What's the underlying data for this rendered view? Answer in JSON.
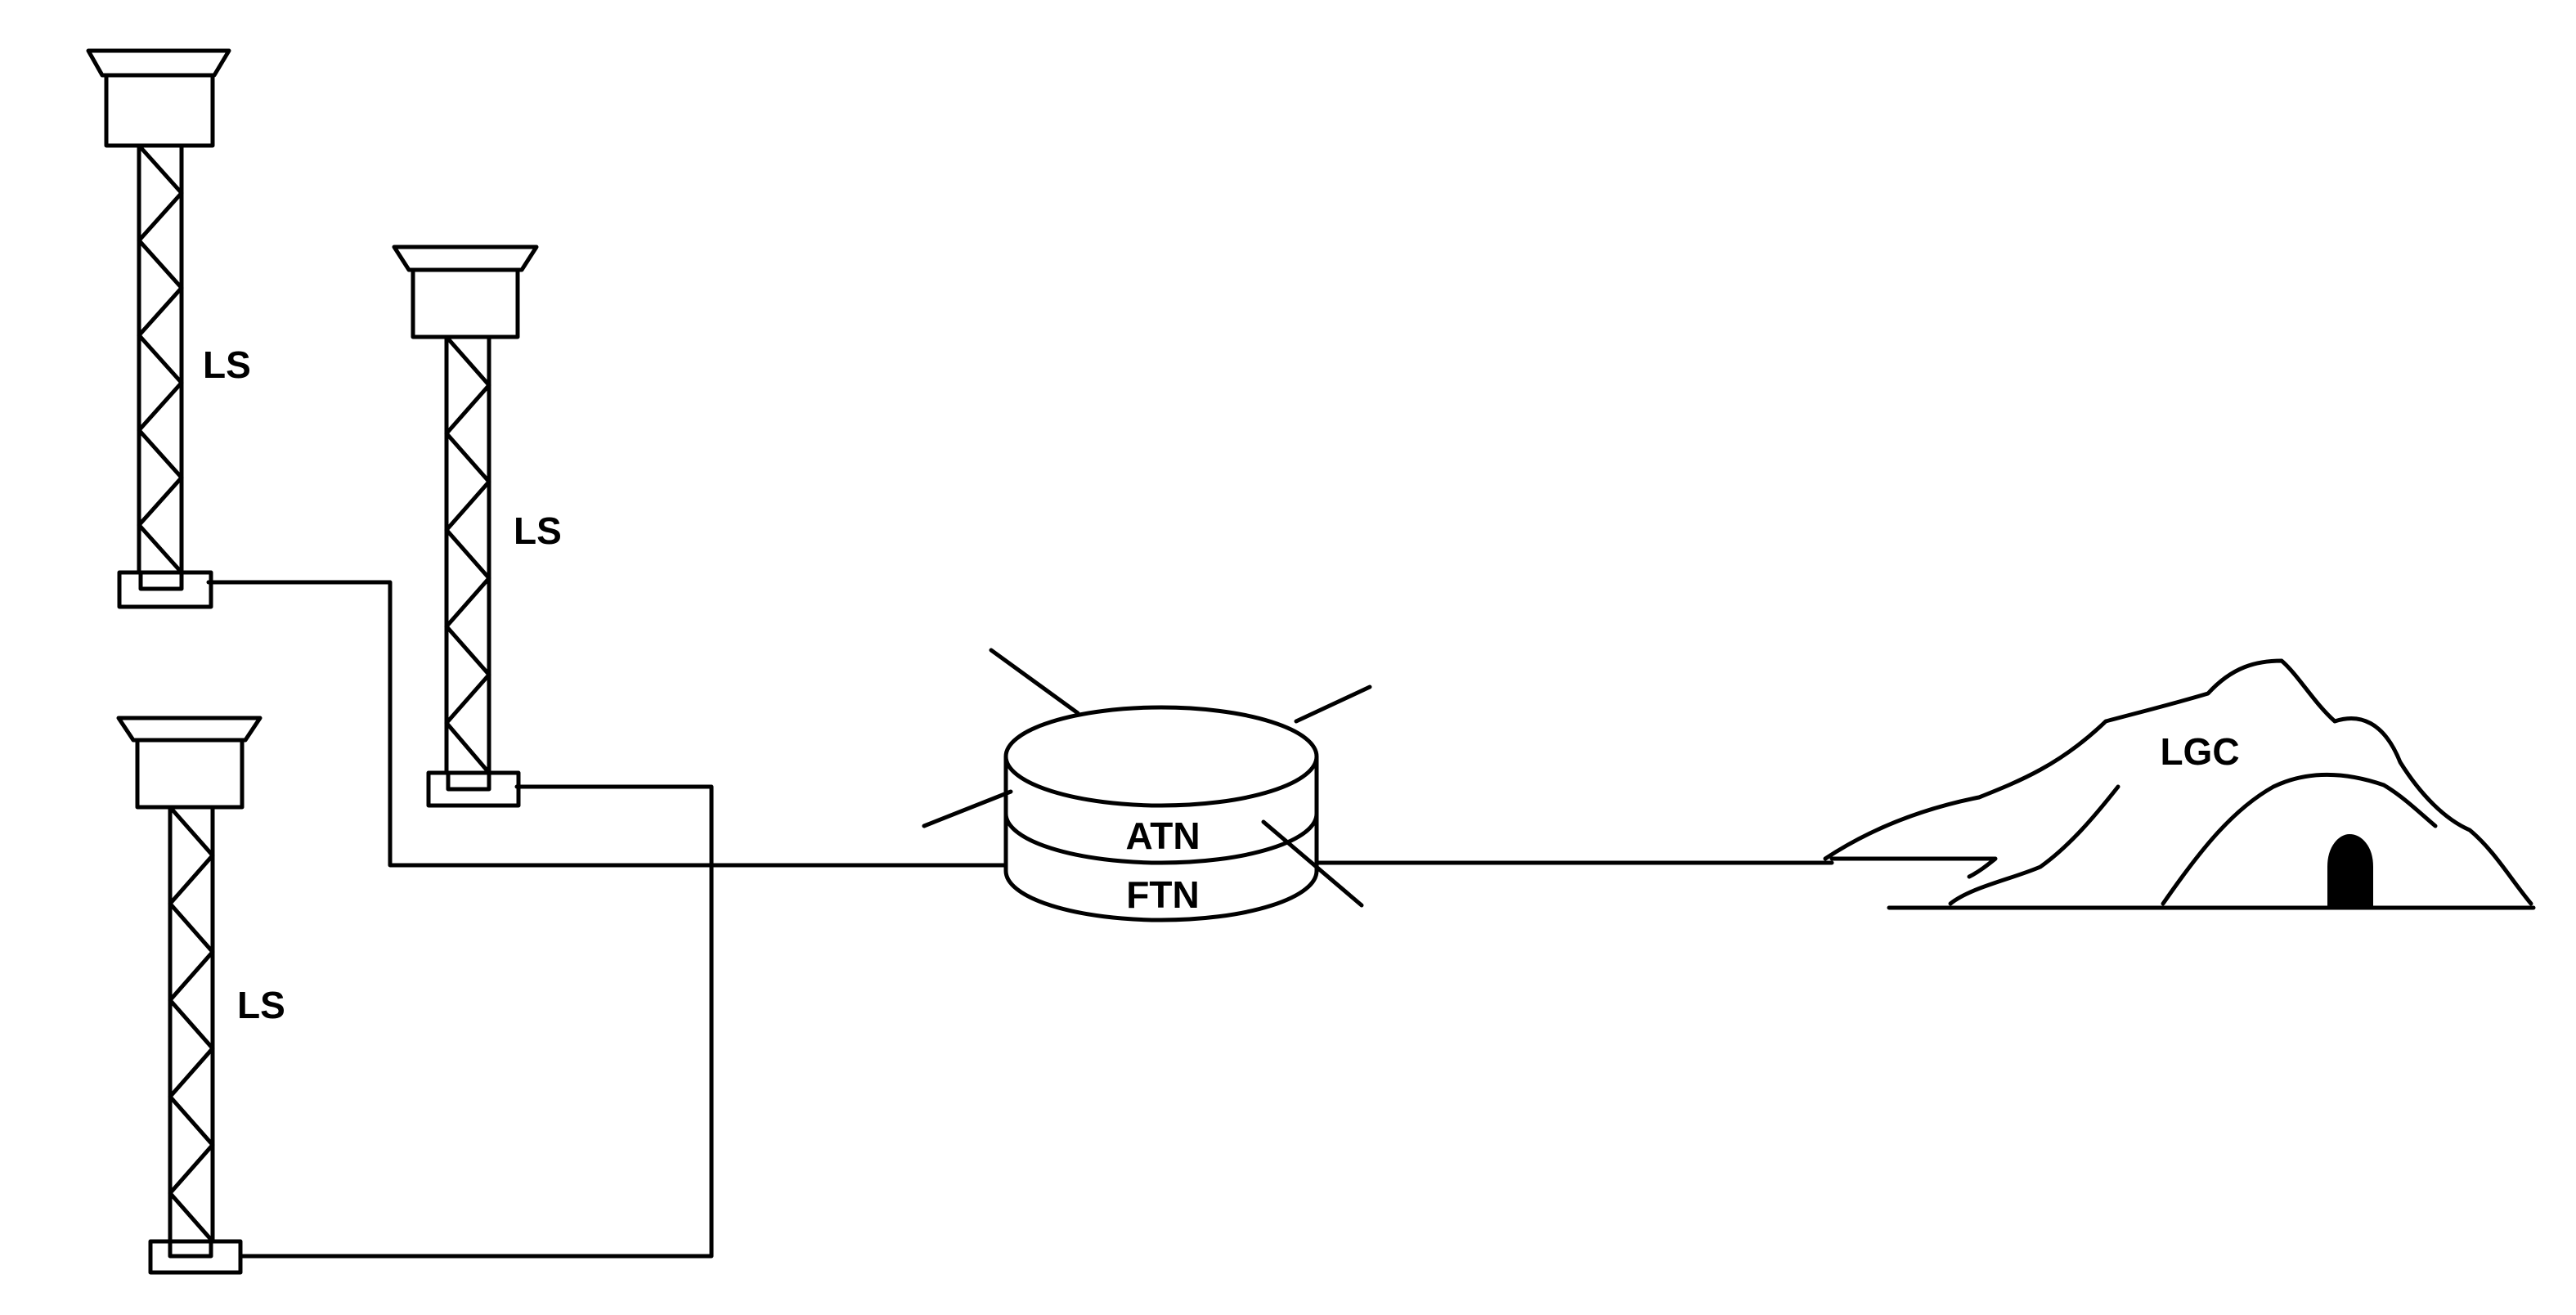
{
  "labels": {
    "tower1": "LS",
    "tower2": "LS",
    "tower3": "LS",
    "node_top": "ATN",
    "node_bottom": "FTN",
    "control_center": "LGC"
  },
  "colors": {
    "ink": "#000000",
    "background": "#ffffff"
  }
}
